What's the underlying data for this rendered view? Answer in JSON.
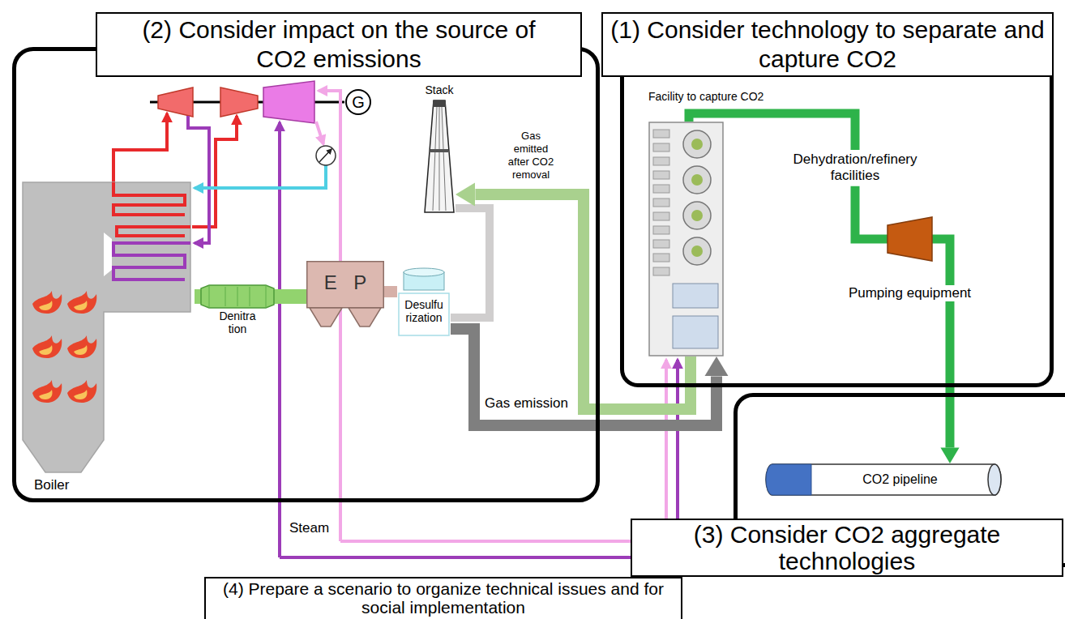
{
  "diagram": {
    "nodes": [
      {
        "text": [
          "(2) Consider impact on the source of CO2 emissions"
        ]
      },
      {
        "text": [
          "G"
        ],
        "in": 0
      },
      {
        "text": [
          "Stack"
        ],
        "in": 0
      },
      {
        "text": [
          "Boiler"
        ],
        "in": 0
      },
      {
        "text": [
          "Denitra tion"
        ],
        "in": 0
      },
      {
        "text": [
          "E P"
        ],
        "in": 0
      },
      {
        "text": [
          "Desulfu rization"
        ],
        "in": 0
      },
      {
        "text": [
          "(1) Consider technology to separate and capture CO2"
        ]
      },
      {
        "text": [
          "Facility to capture CO2"
        ],
        "in": 7
      },
      {
        "text": [
          "Dehydration/refinery facilities"
        ],
        "in": 7
      },
      {
        "text": [
          "Pumping equipment"
        ],
        "in": 7
      },
      {
        "text": [
          "(3) Consider CO2 aggregate technologies"
        ]
      },
      {
        "text": [
          "CO2 pipeline"
        ],
        "in": 11
      },
      {
        "text": [
          "(4) Prepare a scenario to organize technical issues and for social implementation"
        ]
      }
    ],
    "edges": [
      {
        "from": 3,
        "to": 4,
        "arrow": "none"
      },
      {
        "from": 4,
        "to": 5,
        "arrow": "none"
      },
      {
        "from": 5,
        "to": 6,
        "arrow": "none"
      },
      {
        "from": 6,
        "to": 2,
        "arrow": "none"
      },
      {
        "from": 6,
        "to": 8,
        "arrow": "to",
        "label": "Gas emission"
      },
      {
        "from": 8,
        "to": 2,
        "arrow": "to",
        "label": "Gas emitted after CO2 removal"
      },
      {
        "from": 8,
        "to": 9,
        "arrow": "none"
      },
      {
        "from": 9,
        "to": 10,
        "arrow": "none"
      },
      {
        "from": 10,
        "to": 12,
        "arrow": "to"
      }
    ],
    "labels": [
      "Steam"
    ]
  }
}
